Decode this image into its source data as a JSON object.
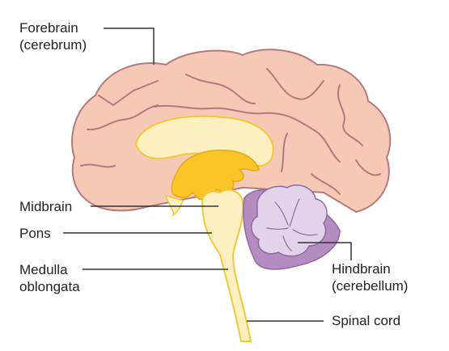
{
  "labels": {
    "forebrain": [
      "Forebrain",
      "(cerebrum)"
    ],
    "midbrain": "Midbrain",
    "pons": "Pons",
    "medulla": [
      "Medulla",
      "oblongata"
    ],
    "hindbrain": [
      "Hindbrain",
      "(cerebellum)"
    ],
    "spinal_cord": "Spinal cord"
  },
  "colors": {
    "cerebrum_fill": "#f6c9b6",
    "cerebrum_outline": "#b5797c",
    "inner_fill": "#fdf0c0",
    "inner_outline": "#f0c93a",
    "midbrain_fill": "#fbc52a",
    "cerebellum_fill": "#e3d3ea",
    "cerebellum_dark": "#b58cc2",
    "cerebellum_outline": "#8d6aa1",
    "leader_line": "#333333",
    "text": "#222222"
  }
}
